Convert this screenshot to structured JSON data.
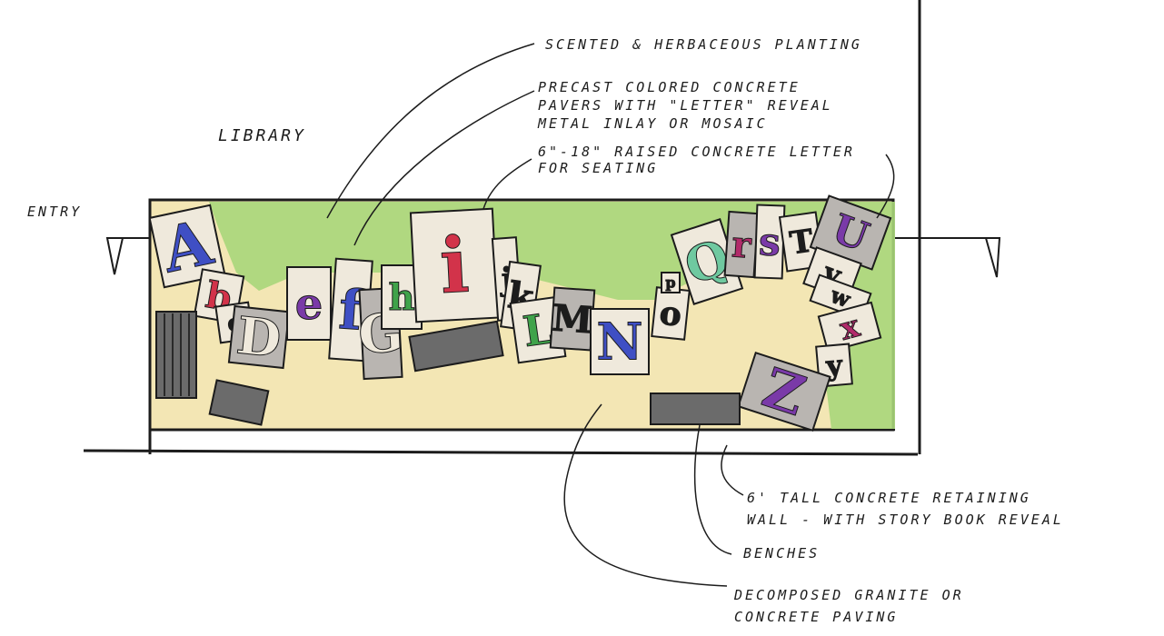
{
  "labels": {
    "library": "LIBRARY",
    "entry": "ENTRY",
    "planting": "SCENTED & HERBACEOUS PLANTING",
    "pavers_1": "PRECAST COLORED CONCRETE",
    "pavers_2": "PAVERS WITH \"LETTER\" REVEAL",
    "pavers_3": "METAL INLAY OR MOSAIC",
    "seat_1": "6\"-18\" RAISED CONCRETE LETTER",
    "seat_2": "FOR SEATING",
    "wall_1": "6' TALL CONCRETE RETAINING",
    "wall_2": "WALL - WITH STORY BOOK REVEAL",
    "benches": "BENCHES",
    "paving_1": "DECOMPOSED GRANITE OR",
    "paving_2": "CONCRETE PAVING"
  },
  "letters": [
    "A",
    "b",
    "c",
    "D",
    "e",
    "f",
    "G",
    "h",
    "i",
    "j",
    "k",
    "L",
    "M",
    "N",
    "o",
    "p",
    "Q",
    "r",
    "s",
    "T",
    "U",
    "v",
    "w",
    "x",
    "y",
    "Z"
  ],
  "colors": {
    "lawn": "#a9d67a",
    "paving": "#f3e6b4",
    "tile_light": "#efe9dc",
    "tile_gray": "#b9b5b1",
    "ink": "#1c1c1c",
    "letter_blue": "#3f4fc4",
    "letter_purple": "#7a3aa8",
    "letter_red": "#d2334a",
    "letter_green": "#3fa34a",
    "letter_magenta": "#b22a6a",
    "letter_teal": "#6fc9a0"
  }
}
